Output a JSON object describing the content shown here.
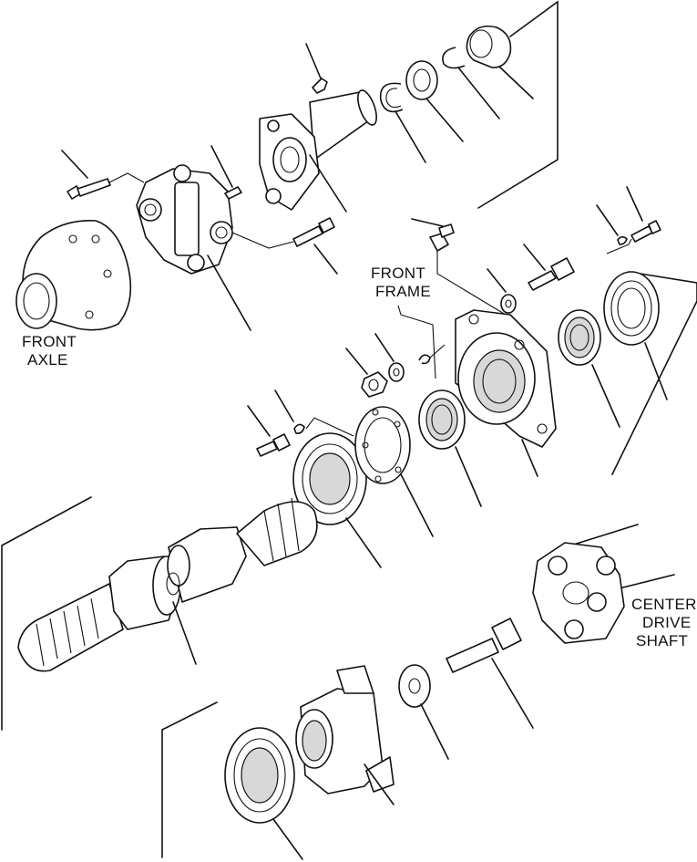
{
  "labels": {
    "front_axle_line1": "FRONT",
    "front_axle_line2": "AXLE",
    "front_frame_line1": "FRONT",
    "front_frame_line2": "FRAME",
    "center_drive_shaft_line1": "CENTER",
    "center_drive_shaft_line2": "DRIVE",
    "center_drive_shaft_line3": "SHAFT"
  },
  "colors": {
    "ink": "#111111",
    "background": "#ffffff"
  }
}
